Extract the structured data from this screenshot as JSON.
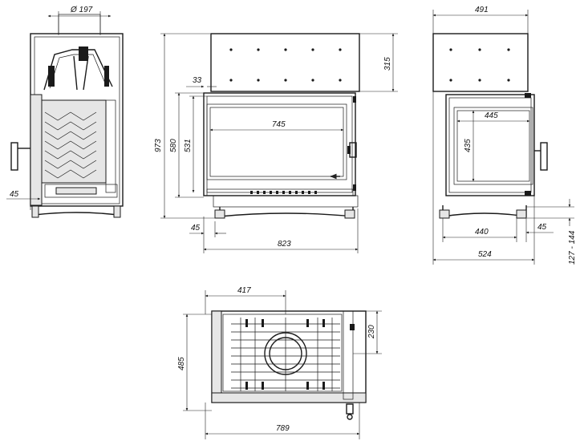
{
  "dimensions": {
    "flue_diameter": "Ø 197",
    "side_depth_top": "491",
    "top_section_height": "315",
    "overall_height": "973",
    "frame_height": "580",
    "glass_height": "531",
    "frame_offset": "33",
    "glass_width": "745",
    "front_width": "823",
    "front_leg_offset": "45",
    "side_leg_offset_left": "45",
    "side_glass_width": "445",
    "side_glass_height": "435",
    "side_base_width": "440",
    "side_leg_offset_right": "45",
    "side_overall_width": "524",
    "leg_height_range": "127 - 144",
    "plan_half_width": "417",
    "plan_flue_offset": "230",
    "plan_depth": "485",
    "plan_width": "789"
  }
}
